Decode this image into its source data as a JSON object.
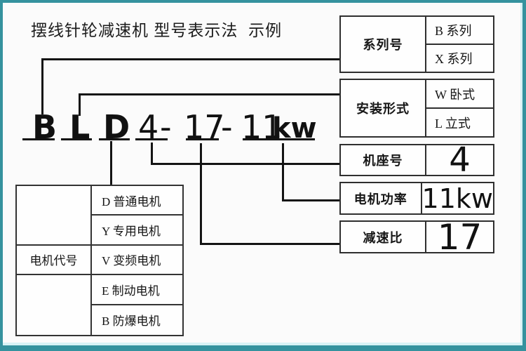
{
  "title": "摆线针轮减速机 型号表示法  示例",
  "model_code": {
    "series": "B",
    "mount": "L",
    "motor": "D",
    "frame": "4",
    "dash1": "-",
    "ratio": "17",
    "dash2": "-",
    "power_num": "11",
    "power_unit": "kw"
  },
  "legend": [
    {
      "label": "系列号",
      "values": [
        "B 系列",
        "X 系列"
      ]
    },
    {
      "label": "安装形式",
      "values": [
        "W 卧式",
        "L 立式"
      ]
    },
    {
      "label": "机座号",
      "value": "4"
    },
    {
      "label": "电机功率",
      "value": "11kw"
    },
    {
      "label": "减速比",
      "value": "17"
    }
  ],
  "motor_table": {
    "header": "电机代号",
    "rows": [
      "D 普通电机",
      "Y 专用电机",
      "V 变频电机",
      "E 制动电机",
      "B 防爆电机"
    ]
  },
  "colors": {
    "frame": "#35929e",
    "frame_highlight": "#d8f2f5",
    "line": "#141414",
    "box_border": "#2f2f2f",
    "background": "#fbfbfb",
    "text": "#161616"
  }
}
